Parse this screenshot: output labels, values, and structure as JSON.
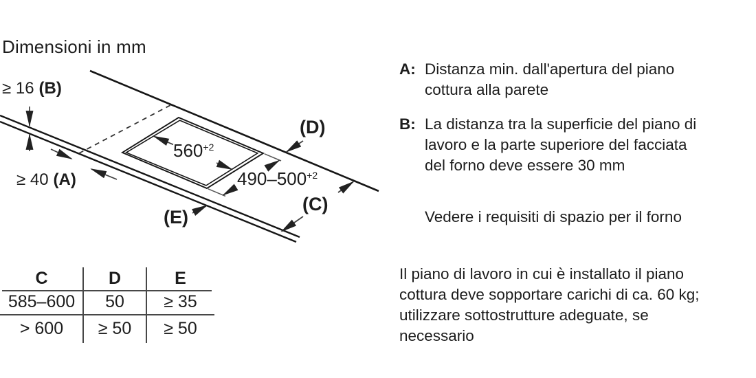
{
  "title": "Dimensioni in mm",
  "diagram": {
    "worktop_thickness": {
      "value": "≥ 16",
      "ref": "(B)"
    },
    "wall_distance": {
      "value": "≥ 40",
      "ref": "(A)"
    },
    "label_d": "(D)",
    "label_c": "(C)",
    "label_e": "(E)",
    "cutout_width": {
      "value": "560",
      "tol": "+2"
    },
    "cutout_depth": {
      "value": "490–500",
      "tol": "+2"
    }
  },
  "table": {
    "headers": [
      "C",
      "D",
      "E"
    ],
    "rows": [
      [
        "585–600",
        "50",
        "≥ 35"
      ],
      [
        "> 600",
        "≥ 50",
        "≥ 50"
      ]
    ]
  },
  "notes": {
    "a": {
      "tag": "A:",
      "lines": [
        "Distanza min. dall'apertura del piano",
        "cottura alla parete"
      ]
    },
    "b": {
      "tag": "B:",
      "lines": [
        "La distanza tra la superficie del piano di",
        "lavoro e la parte superiore del facciata",
        "del forno deve essere 30 mm"
      ]
    },
    "oven_space": {
      "lines": [
        "Vedere i requisiti di spazio per il forno"
      ]
    },
    "load": {
      "lines": [
        "Il piano di lavoro in cui è installato il piano",
        "cottura deve sopportare carichi di ca. 60 kg;",
        "utilizzare sottostrutture adeguate, se",
        "necessario"
      ]
    }
  }
}
